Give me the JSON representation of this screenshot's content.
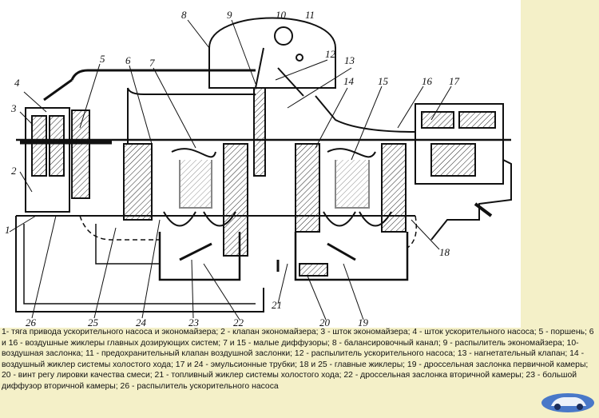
{
  "diagram": {
    "callouts": [
      "1",
      "2",
      "3",
      "4",
      "5",
      "6",
      "7",
      "8",
      "9",
      "10",
      "11",
      "12",
      "13",
      "14",
      "15",
      "16",
      "17",
      "18",
      "19",
      "20",
      "21",
      "22",
      "23",
      "24",
      "25",
      "26"
    ]
  },
  "caption": {
    "text": "1- тяга привода ускорительного насоса и экономайзера; 2 - клапан экономайзера; 3 - шток экономайзера; 4 - шток ускорительного насоса; 5 - поршень; 6 и 16 - воздушные жиклеры главных дозирующих систем; 7 и 15 - малые диффузоры; 8 - балансировочный канал; 9 - распылитель экономайзера; 10-воздушная заслонка; 11 - предохранительный клапан воздушной заслонки; 12 - распылитель ускорительного насоса; 13 - нагнетательный клапан; 14 - воздушный жиклер системы холостого хода; 17 и 24 - эмульсионные трубки; 18 и 25 - главные жиклеры; 19 - дроссельная заслонка первичной камеры; 20 - винт регу лировки качества смеси; 21 - топливный жиклер системы холостого хода; 22 - дроссельная заслонка вторичной камеры; 23 - большой диффузор вторичной камеры; 26 - распылитель ускорительного насоса"
  },
  "colors": {
    "background": "#f4f0c8",
    "ink": "#111111",
    "badge": "#2a63c8"
  }
}
